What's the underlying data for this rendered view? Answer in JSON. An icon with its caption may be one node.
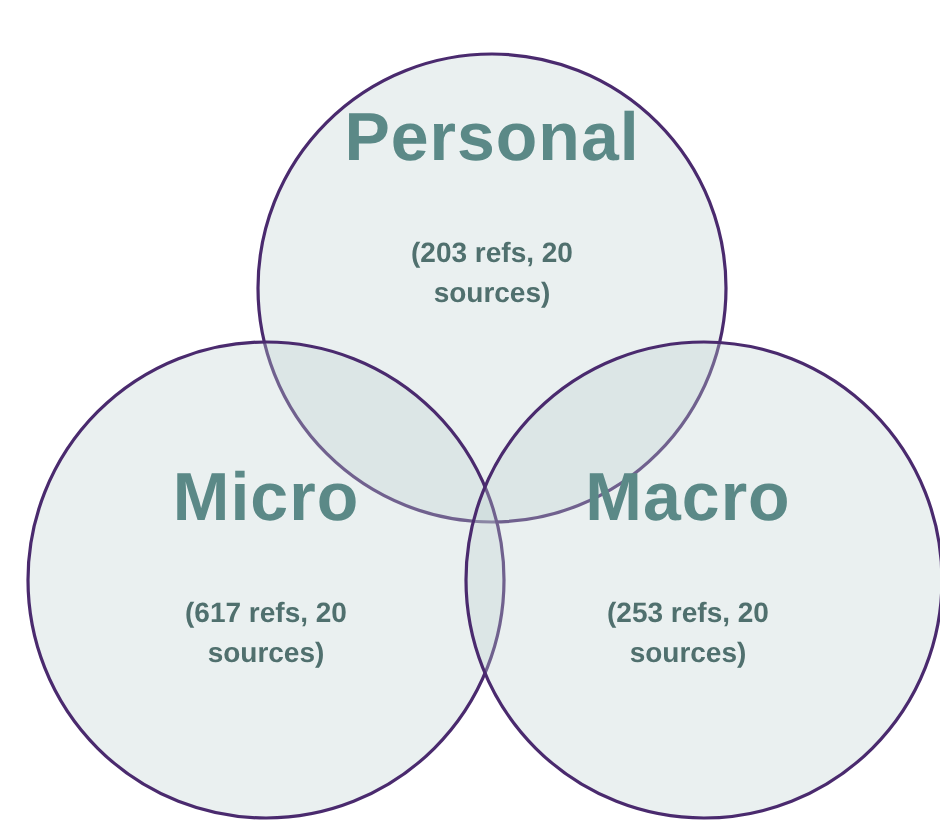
{
  "diagram": {
    "nodes": [
      {
        "text": [
          "Personal",
          "(203 refs, 20 sources)"
        ]
      },
      {
        "text": [
          "Micro",
          "(617 refs, 20 sources)"
        ]
      },
      {
        "text": [
          "Macro",
          "(253 refs, 20 sources)"
        ]
      }
    ]
  }
}
